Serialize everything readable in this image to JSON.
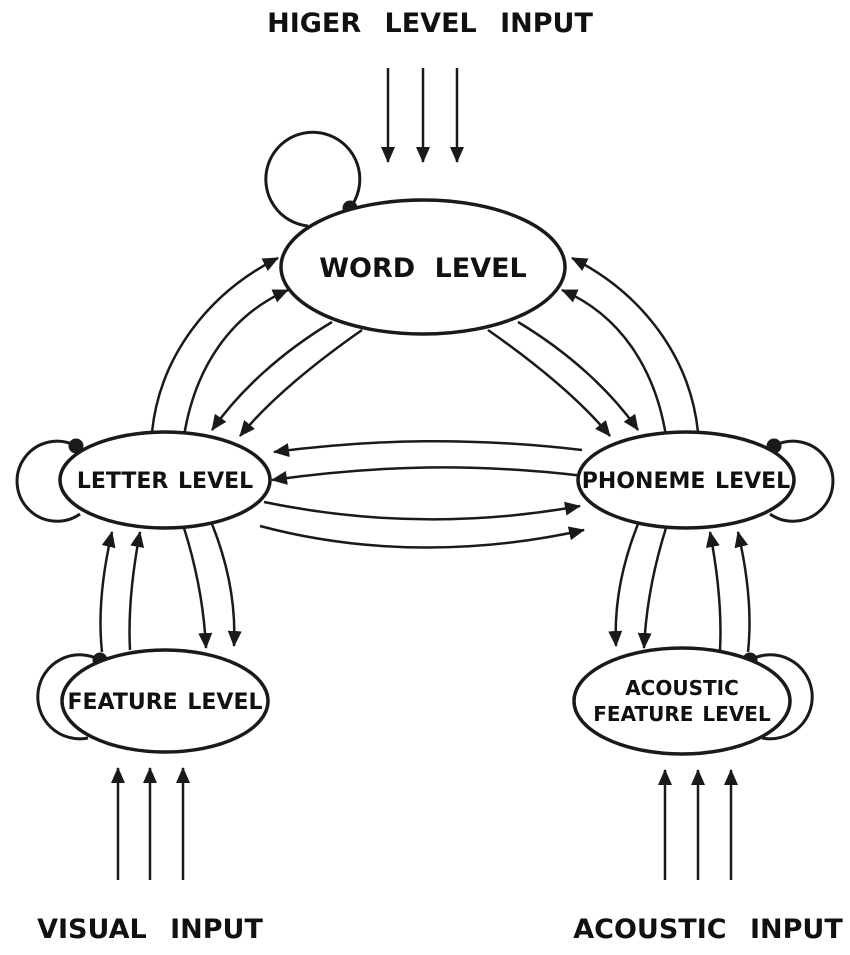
{
  "inputs": {
    "higher": "HIGER LEVEL INPUT",
    "visual": "VISUAL INPUT",
    "acoustic": "ACOUSTIC INPUT"
  },
  "nodes": {
    "word": {
      "label": "WORD LEVEL"
    },
    "letter": {
      "label": "LETTER LEVEL"
    },
    "phoneme": {
      "label": "PHONEME LEVEL"
    },
    "feature": {
      "label": "FEATURE LEVEL"
    },
    "acoustic_feature": {
      "label_line1": "ACOUSTIC",
      "label_line2": "FEATURE LEVEL"
    }
  },
  "edges": [
    {
      "from": "higher-level-input",
      "to": "word",
      "type": "input-arrows",
      "count": 3
    },
    {
      "from": "word",
      "to": "letter",
      "type": "bidirectional"
    },
    {
      "from": "word",
      "to": "phoneme",
      "type": "bidirectional"
    },
    {
      "from": "letter",
      "to": "phoneme",
      "type": "bidirectional"
    },
    {
      "from": "letter",
      "to": "feature",
      "type": "bidirectional"
    },
    {
      "from": "phoneme",
      "to": "acoustic_feature",
      "type": "bidirectional"
    },
    {
      "from": "word",
      "to": "word",
      "type": "self-inhibitory"
    },
    {
      "from": "letter",
      "to": "letter",
      "type": "self-inhibitory"
    },
    {
      "from": "phoneme",
      "to": "phoneme",
      "type": "self-inhibitory"
    },
    {
      "from": "feature",
      "to": "feature",
      "type": "self-inhibitory"
    },
    {
      "from": "acoustic_feature",
      "to": "acoustic_feature",
      "type": "self-inhibitory"
    },
    {
      "from": "visual-input",
      "to": "feature",
      "type": "input-arrows",
      "count": 3
    },
    {
      "from": "acoustic-input",
      "to": "acoustic_feature",
      "type": "input-arrows",
      "count": 3
    }
  ],
  "colors": {
    "ink": "#1a1a1a",
    "background": "#ffffff"
  }
}
